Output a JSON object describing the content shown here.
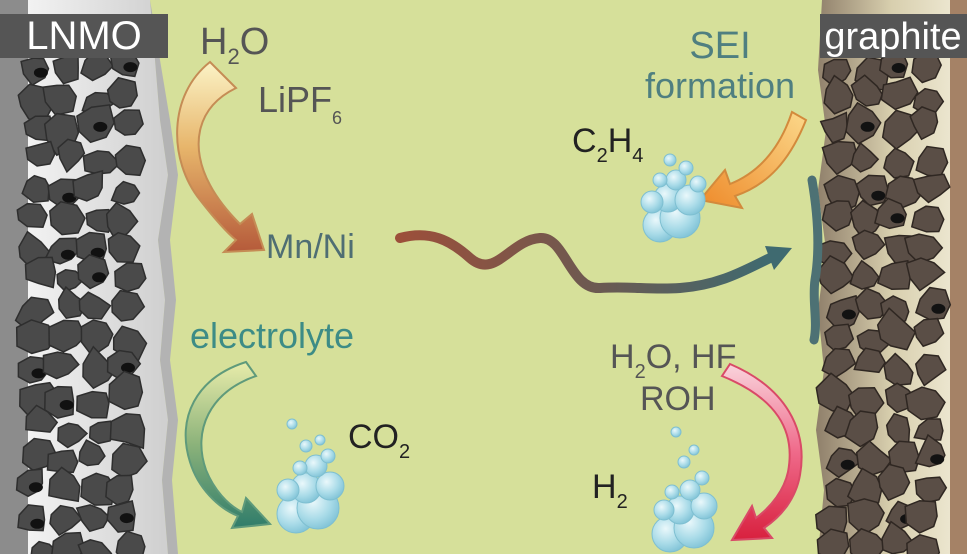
{
  "electrodes": {
    "left": "LNMO",
    "right": "graphite"
  },
  "labels": {
    "h2o_top": {
      "main": "H",
      "sub": "2",
      "tail": "O"
    },
    "lipf6": {
      "main": "LiPF",
      "sub": "6"
    },
    "mn_ni": "Mn/Ni",
    "sei_line1": "SEI",
    "sei_line2": "formation",
    "c2h4": {
      "a": "C",
      "s1": "2",
      "b": "H",
      "s2": "4"
    },
    "electrolyte": "electrolyte",
    "co2": {
      "main": "CO",
      "sub": "2"
    },
    "h2o_hf": {
      "a": "H",
      "s1": "2",
      "b": "O, HF"
    },
    "roh": "ROH",
    "h2": {
      "main": "H",
      "sub": "2"
    }
  },
  "colors": {
    "electrolyte_bg": "#d6e09a",
    "lnmo_particle": "#4a4a4a",
    "graphite_particle": "#5a4e46",
    "label_dark": "#222222",
    "label_teal": "#3d8c86",
    "label_slate": "#4f6e73",
    "label_gray": "#555555",
    "bubble": "#a8dcea"
  }
}
